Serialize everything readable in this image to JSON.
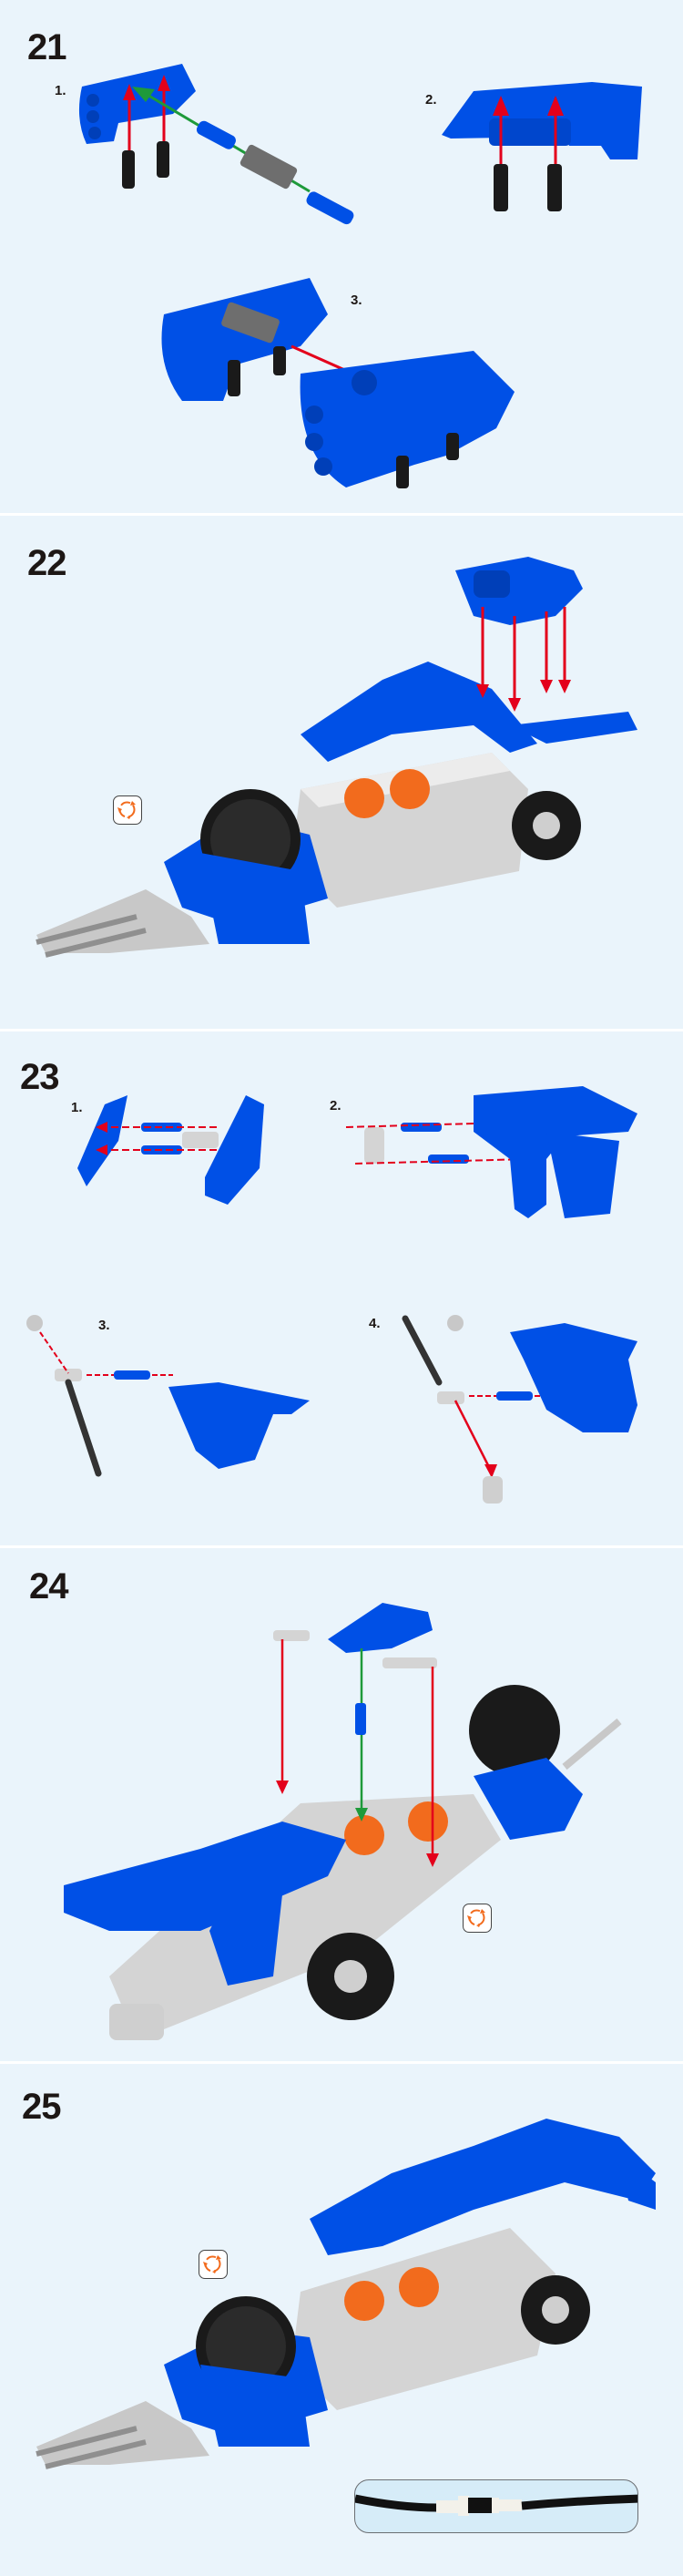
{
  "colors": {
    "background": "#EAF4FB",
    "part_blue": "#0050E6",
    "arrow_red": "#E3001B",
    "arrow_green": "#1E9A3A",
    "part_gray": "#6E6E6E",
    "part_light_gray": "#D4D4D4",
    "pin_black": "#1A1A1A",
    "accent_orange": "#F26B1D"
  },
  "steps": [
    {
      "number": "21",
      "substeps": [
        "1.",
        "2.",
        "3."
      ]
    },
    {
      "number": "22",
      "icons": [
        "rotate-model-icon"
      ]
    },
    {
      "number": "23",
      "substeps": [
        "1.",
        "2.",
        "3.",
        "4."
      ]
    },
    {
      "number": "24",
      "icons": [
        "rotate-model-icon"
      ]
    },
    {
      "number": "25",
      "icons": [
        "rotate-model-icon"
      ],
      "callout": "cable-connector-callout"
    }
  ]
}
